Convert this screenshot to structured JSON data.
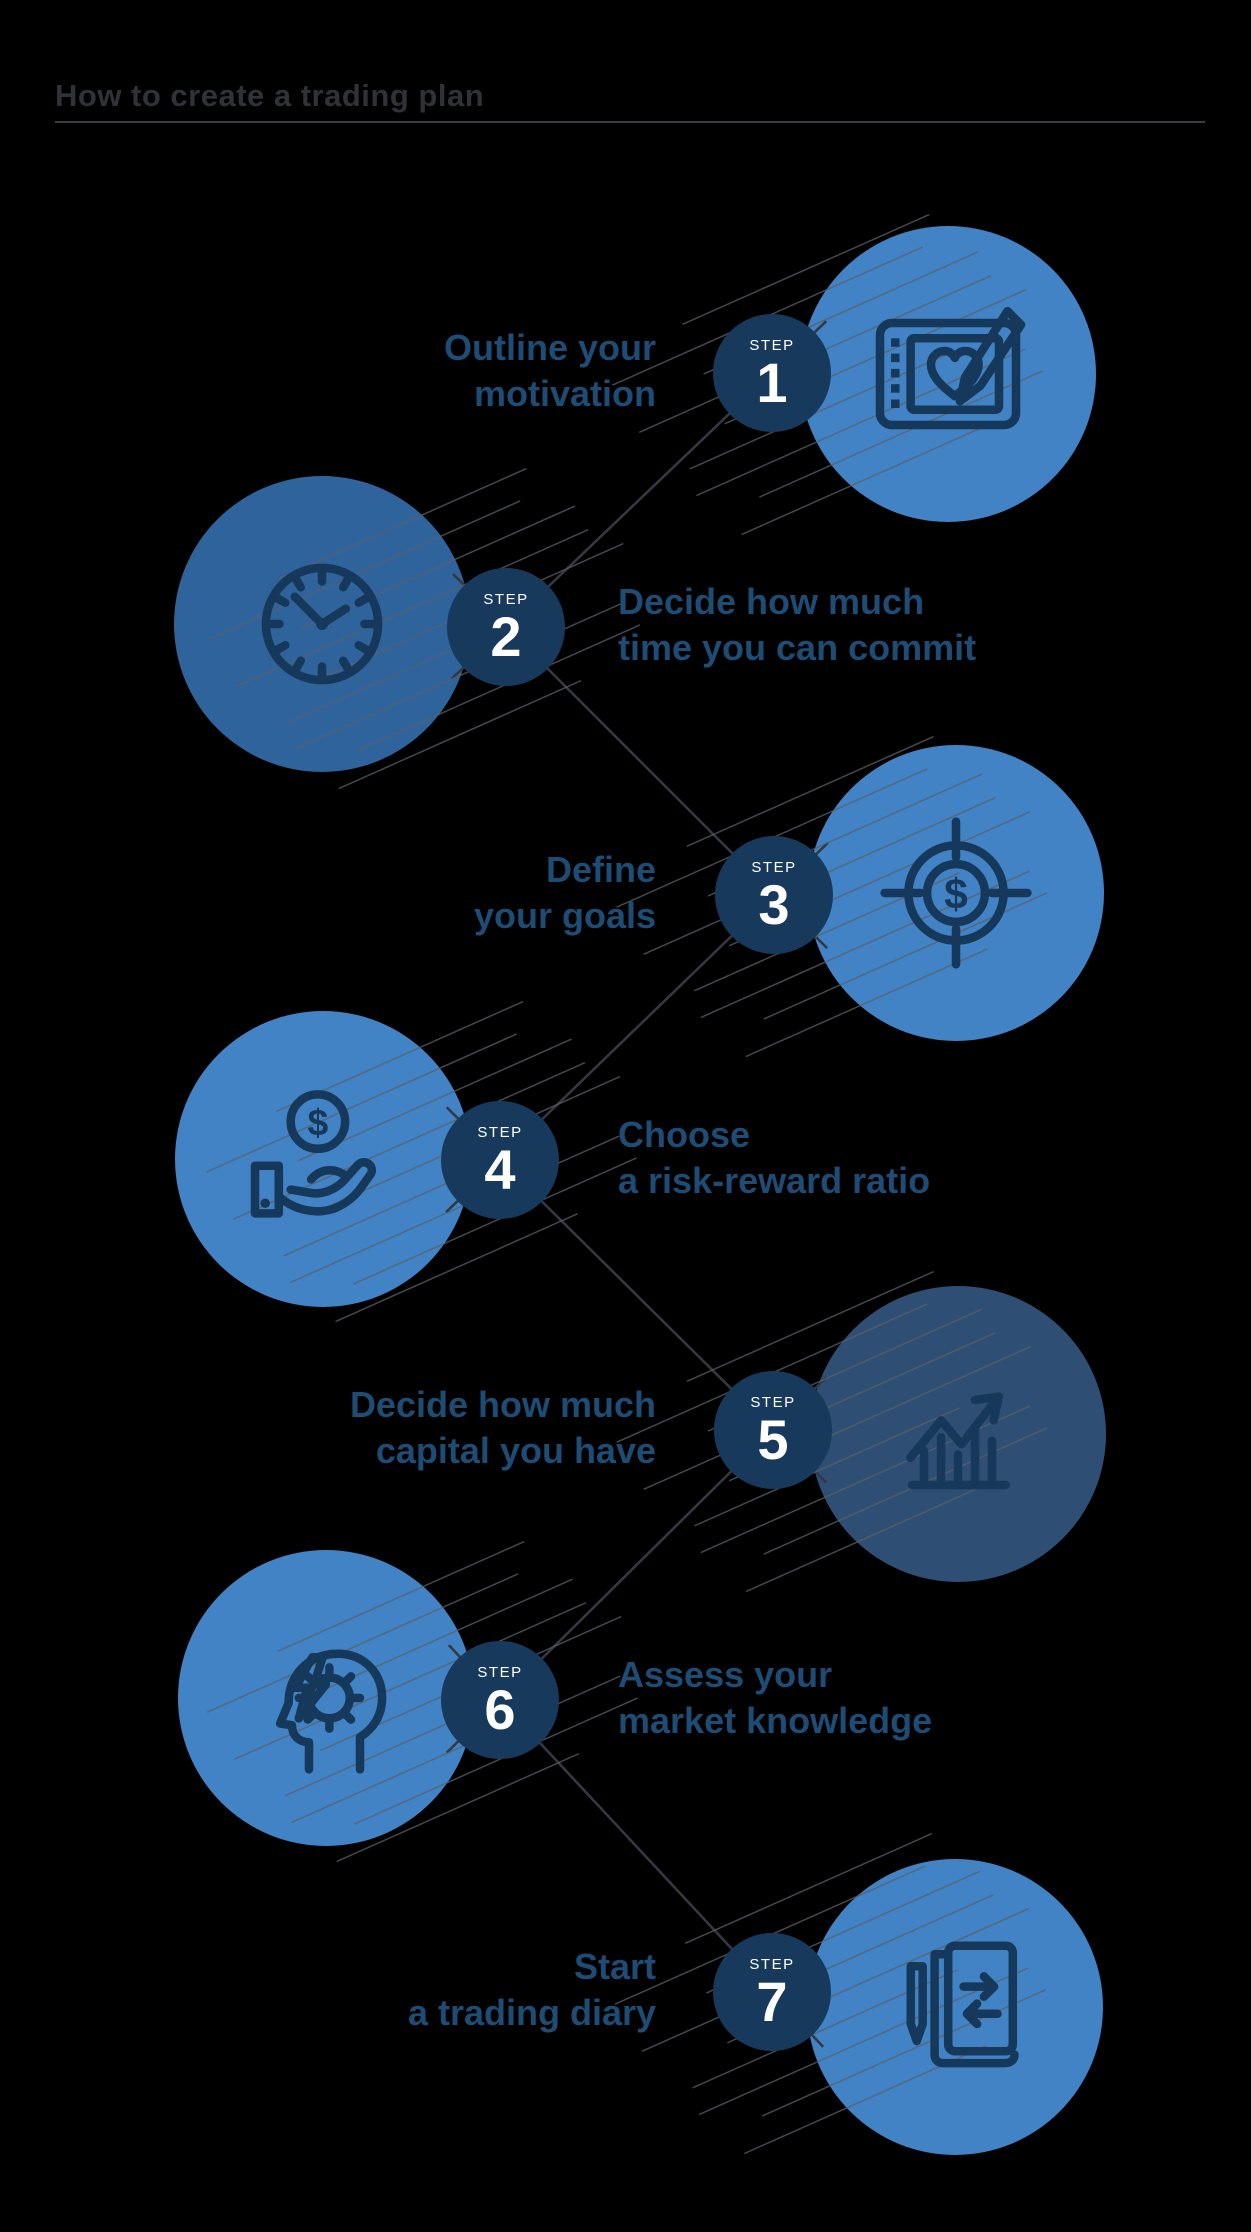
{
  "title": "How to create a trading plan",
  "icons": {
    "dollar_glyph": "$"
  },
  "colors": {
    "background": "#000000",
    "title_text": "#2F3237",
    "divider": "#3A3E44",
    "step_text": "#1D4C75",
    "badge_fill": "#173A5C",
    "badge_text": "#FFFFFF",
    "icon_stroke": "#16395B",
    "connector_line": "#343841",
    "hatch_line": "#5A6069",
    "circle_bright_blue": "#4183C4",
    "circle_medium_blue": "#2E639B",
    "circle_dark_blue": "#2E4E74"
  },
  "steps": [
    {
      "step_label": "STEP",
      "number": "1",
      "title_lines": [
        "Outline your",
        "motivation"
      ],
      "icon": "drawing-tablet-heart-pen-icon",
      "circle_color": "#4183C4"
    },
    {
      "step_label": "STEP",
      "number": "2",
      "title_lines": [
        "Decide how much",
        "time you can commit"
      ],
      "icon": "clock-icon",
      "circle_color": "#2E639B"
    },
    {
      "step_label": "STEP",
      "number": "3",
      "title_lines": [
        "Define",
        "your goals"
      ],
      "icon": "target-dollar-icon",
      "circle_color": "#4183C4"
    },
    {
      "step_label": "STEP",
      "number": "4",
      "title_lines": [
        "Choose",
        "a risk-reward ratio"
      ],
      "icon": "hand-holding-dollar-icon",
      "circle_color": "#4183C4"
    },
    {
      "step_label": "STEP",
      "number": "5",
      "title_lines": [
        "Decide how much",
        "capital you have"
      ],
      "icon": "bar-chart-growth-icon",
      "circle_color": "#2E4E74"
    },
    {
      "step_label": "STEP",
      "number": "6",
      "title_lines": [
        "Assess your",
        "market knowledge"
      ],
      "icon": "head-gear-knowledge-icon",
      "circle_color": "#4183C4"
    },
    {
      "step_label": "STEP",
      "number": "7",
      "title_lines": [
        "Start",
        "a trading diary"
      ],
      "icon": "trading-diary-icon",
      "circle_color": "#4183C4"
    }
  ]
}
